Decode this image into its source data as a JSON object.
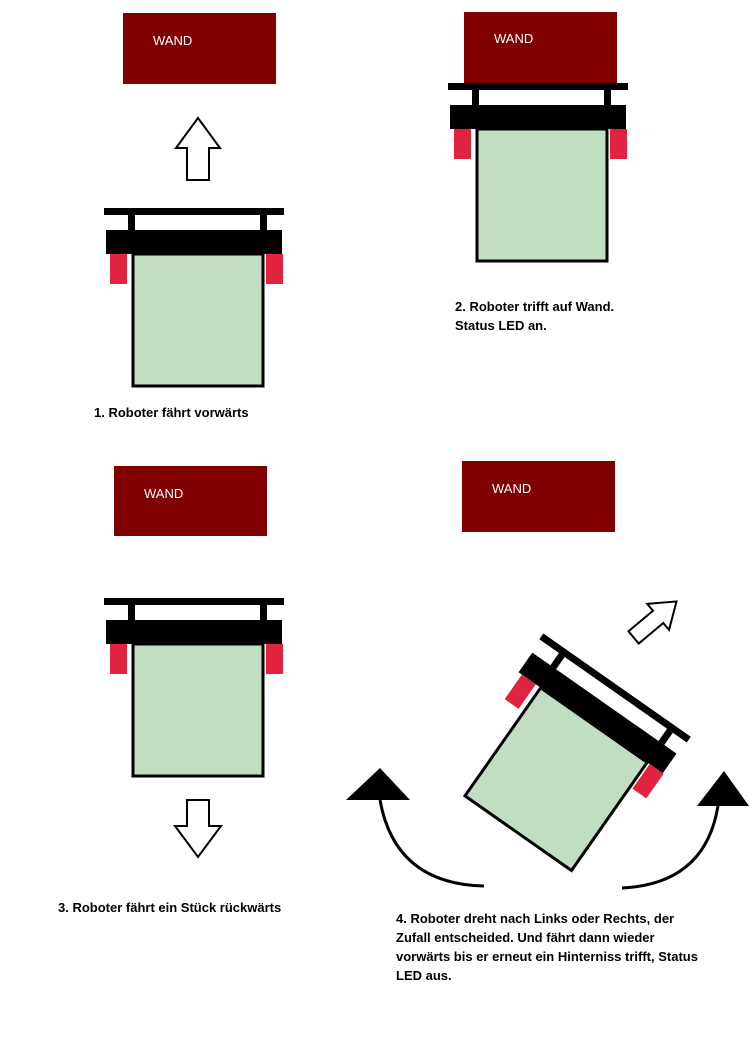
{
  "colors": {
    "wall": "#800000",
    "robot_body": "#c2dec2",
    "bumper": "#000000",
    "sensor": "#e1233f",
    "arrow_fill": "#ffffff",
    "turn_arrow": "#000000"
  },
  "icons": {
    "forward": "arrow-up-outline-icon",
    "backward": "arrow-down-outline-icon",
    "diagonal": "arrow-diagonal-outline-icon",
    "turn_left": "curved-arrow-left-icon",
    "turn_right": "curved-arrow-right-icon"
  },
  "steps": [
    {
      "wall_label": "WAND",
      "caption": [
        "1. Roboter fährt vorwärts"
      ]
    },
    {
      "wall_label": "WAND",
      "caption": [
        "2. Roboter trifft auf Wand.",
        "Status LED an."
      ]
    },
    {
      "wall_label": "WAND",
      "caption": [
        "3. Roboter fährt ein Stück rückwärts"
      ]
    },
    {
      "wall_label": "WAND",
      "caption": [
        "4. Roboter dreht nach Links oder Rechts, der",
        "Zufall entscheided. Und fährt dann wieder",
        "vorwärts bis er erneut ein Hinterniss trifft, Status",
        "LED aus."
      ]
    }
  ]
}
